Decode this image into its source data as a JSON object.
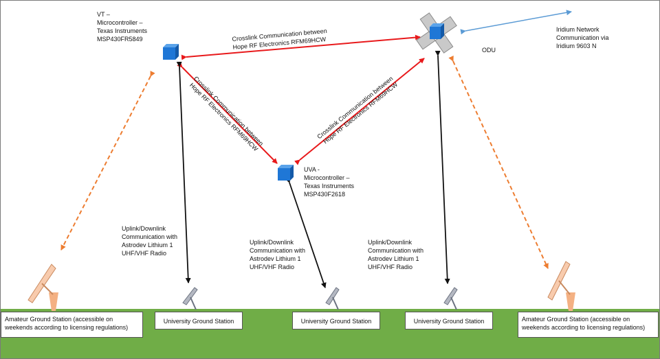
{
  "nodes": {
    "vt": {
      "lines": [
        "VT –",
        "Microcontroller –",
        "Texas Instruments",
        "MSP430FR5849"
      ]
    },
    "uva": {
      "lines": [
        "UVA -",
        "Microcontroller –",
        "Texas Instruments",
        "MSP430F2618"
      ]
    },
    "odu": {
      "label": "ODU"
    },
    "iridium": {
      "lines": [
        "Iridium Network",
        "Communication via",
        "Iridium 9603 N"
      ]
    }
  },
  "crosslinks": {
    "top": {
      "lines": [
        "Crosslink Communication between",
        "Hope RF Electronics RFM69HCW"
      ]
    },
    "left": {
      "lines": [
        "Crosslink Communication between",
        "Hope RF Electronics RFM69HCW"
      ]
    },
    "right": {
      "lines": [
        "Crosslink Communication between",
        "Hope RF Electronics RFM69HCW"
      ]
    }
  },
  "uplinks": [
    {
      "lines": [
        "Uplink/Downlink",
        "Communication with",
        "Astrodev Lithium 1",
        "UHF/VHF Radio"
      ]
    },
    {
      "lines": [
        "Uplink/Downlink",
        "Communication with",
        "Astrodev Lithium 1",
        "UHF/VHF Radio"
      ]
    },
    {
      "lines": [
        "Uplink/Downlink",
        "Communication with",
        "Astrodev Lithium 1",
        "UHF/VHF Radio"
      ]
    }
  ],
  "ground_stations": {
    "amateur_left": {
      "lines": [
        "Amateur Ground Station (accessible on",
        "weekends according to licensing regulations)"
      ]
    },
    "university_1": {
      "label": "University Ground Station"
    },
    "university_2": {
      "label": "University Ground Station"
    },
    "university_3": {
      "label": "University Ground Station"
    },
    "amateur_right": {
      "lines": [
        "Amateur Ground Station (accessible on",
        "weekends according to licensing regulations)"
      ]
    }
  },
  "colors": {
    "ground": "#70ad47",
    "crosslink": "#e8191b",
    "uplink": "#111111",
    "amateur_link": "#ed7d31",
    "iridium_link": "#5b9bd5",
    "cube": "#1f77d6"
  }
}
